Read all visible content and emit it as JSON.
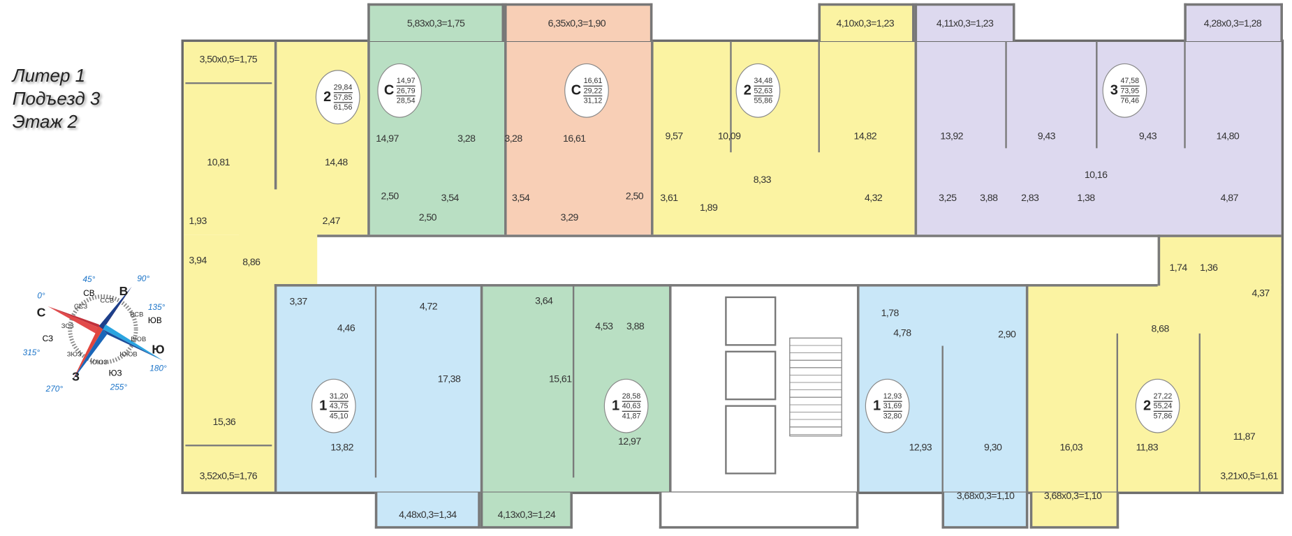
{
  "header": {
    "liter": "Литер 1",
    "entrance": "Подъезд 3",
    "floor": "Этаж 2"
  },
  "compass": {
    "main": [
      "С",
      "В",
      "Ю",
      "З"
    ],
    "main_degrees": [
      "0°",
      "90°",
      "180°",
      "270°"
    ],
    "inter": [
      "СВ",
      "ЮВ",
      "ЮЗ",
      "СЗ"
    ],
    "inter_degrees": [
      "45°",
      "135°",
      "255°",
      "315°"
    ],
    "minor": [
      "ССВ",
      "ВСВ",
      "ВЮВ",
      "ЮЮВ",
      "ЮЮЗ",
      "ЗЮЗ",
      "ЗСЗ",
      "ССЗ"
    ]
  },
  "colors": {
    "yellow": "#fbf3a2",
    "green": "#b9dfc3",
    "peach": "#f8cfb6",
    "violet": "#ddd9ef",
    "blue": "#c9e7f8"
  },
  "apartments": [
    {
      "rooms": "2",
      "living": "29,84",
      "total": "57,85",
      "total_full": "61,56",
      "areas": [
        "10,81",
        "14,48",
        "1,93",
        "2,47",
        "3,94",
        "8,86",
        "15,36"
      ],
      "balconies": [
        "3,50x0,5=1,75",
        "3,52x0,5=1,76"
      ]
    },
    {
      "rooms": "С",
      "living": "14,97",
      "total": "26,79",
      "total_full": "28,54",
      "areas": [
        "14,97",
        "3,28",
        "2,50",
        "3,54",
        "2,50"
      ],
      "balconies": [
        "5,83x0,3=1,75"
      ]
    },
    {
      "rooms": "С",
      "living": "16,61",
      "total": "29,22",
      "total_full": "31,12",
      "areas": [
        "16,61",
        "3,28",
        "3,54",
        "3,29",
        "2,50"
      ],
      "balconies": [
        "6,35x0,3=1,90"
      ]
    },
    {
      "rooms": "2",
      "living": "34,48",
      "total": "52,63",
      "total_full": "55,86",
      "areas": [
        "9,57",
        "10,09",
        "14,82",
        "8,33",
        "3,61",
        "1,89",
        "4,32"
      ],
      "balconies": [
        "4,10x0,3=1,23"
      ]
    },
    {
      "rooms": "3",
      "living": "47,58",
      "total": "73,95",
      "total_full": "76,46",
      "areas": [
        "13,92",
        "9,43",
        "9,43",
        "14,80",
        "10,16",
        "3,25",
        "3,88",
        "2,83",
        "1,38",
        "4,87"
      ],
      "balconies": [
        "4,11x0,3=1,23",
        "4,28x0,3=1,28"
      ]
    },
    {
      "rooms": "1",
      "living": "31,20",
      "total": "43,75",
      "total_full": "45,10",
      "areas": [
        "3,37",
        "4,46",
        "4,72",
        "17,38",
        "13,82"
      ],
      "balconies": [
        "4,48x0,3=1,34"
      ]
    },
    {
      "rooms": "1",
      "living": "28,58",
      "total": "40,63",
      "total_full": "41,87",
      "areas": [
        "3,64",
        "15,61",
        "4,53",
        "3,88",
        "12,97"
      ],
      "balconies": [
        "4,13x0,3=1,24"
      ]
    },
    {
      "rooms": "1",
      "living": "12,93",
      "total": "31,69",
      "total_full": "32,80",
      "areas": [
        "1,78",
        "4,78",
        "2,90",
        "12,93",
        "9,30"
      ],
      "balconies": [
        "3,68x0,3=1,10"
      ]
    },
    {
      "rooms": "2",
      "living": "27,22",
      "total": "55,24",
      "total_full": "57,86",
      "areas": [
        "1,74",
        "1,36",
        "4,37",
        "8,68",
        "16,03",
        "11,83",
        "11,87"
      ],
      "balconies": [
        "3,68x0,3=1,10",
        "3,21x0,5=1,61"
      ]
    }
  ]
}
